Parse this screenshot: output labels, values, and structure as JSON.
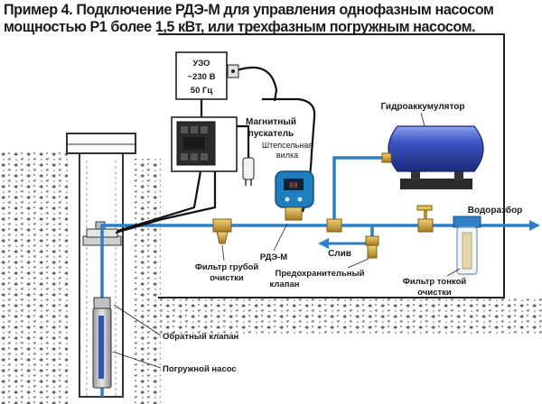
{
  "title": {
    "line1": "Пример 4. Подключение РДЭ-М для управления однофазным насосом",
    "line2": "мощностью Р1 более 1,5 кВт, или трехфазным погружным насосом."
  },
  "labels": {
    "uzo_1": "УЗО",
    "uzo_2": "~230 В",
    "uzo_3": "50 Гц",
    "starter_1": "Магнитный",
    "starter_2": "пускатель",
    "plug_1": "Штепсельная",
    "plug_2": "вилка",
    "accumulator": "Гидроаккумулятор",
    "outlet": "Водоразбор",
    "drain": "Слив",
    "rde": "РДЭ-М",
    "coarse_1": "Фильтр грубой",
    "coarse_2": "очистки",
    "relief_1": "Предохранительный",
    "relief_2": "клапан",
    "fine_1": "Фильтр тонкой",
    "fine_2": "очистки",
    "check_valve": "Обратный клапан",
    "pump": "Погружной насос"
  },
  "colors": {
    "pipe": "#2e7fc6",
    "cable": "#111111",
    "tank": "#2a3fa8",
    "soil": "#4a4a4a",
    "brass": "#c9a23a"
  }
}
